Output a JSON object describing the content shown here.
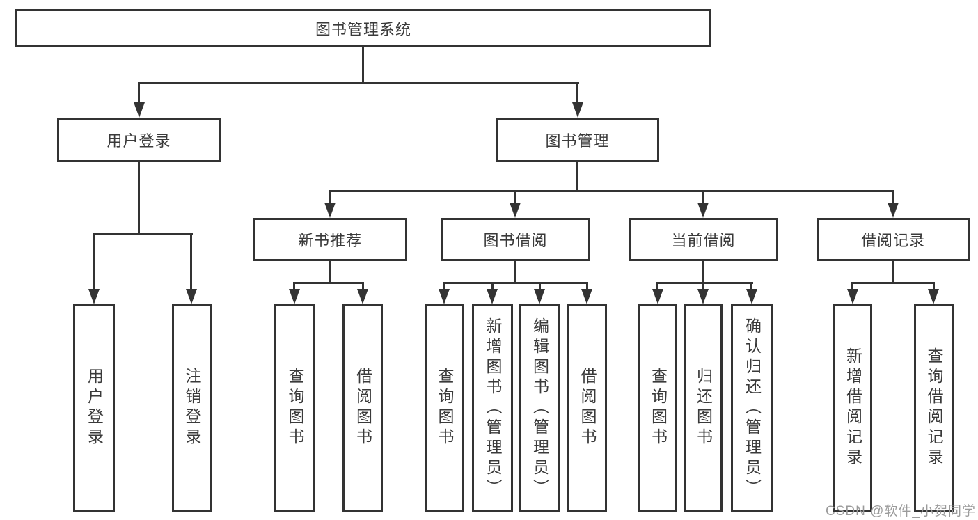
{
  "tree": {
    "root": "图书管理系统",
    "level2": {
      "user_login": "用户登录",
      "book_mgmt": "图书管理"
    },
    "level3": {
      "new_books": "新书推荐",
      "borrow": "图书借阅",
      "current": "当前借阅",
      "records": "借阅记录"
    },
    "leaves": [
      "用户登录",
      "注销登录",
      "查询图书",
      "借阅图书",
      "查询图书",
      "新增图书（管理员）",
      "编辑图书（管理员）",
      "借阅图书",
      "查询图书",
      "归还图书",
      "确认归还（管理员）",
      "新增借阅记录",
      "查询借阅记录"
    ]
  },
  "watermark": "CSDN @软件_小贺同学",
  "colors": {
    "line": "#333333",
    "box_border": "#333333",
    "text": "#3a3a3a",
    "watermark": "#9b9b9b",
    "background": "#ffffff"
  }
}
